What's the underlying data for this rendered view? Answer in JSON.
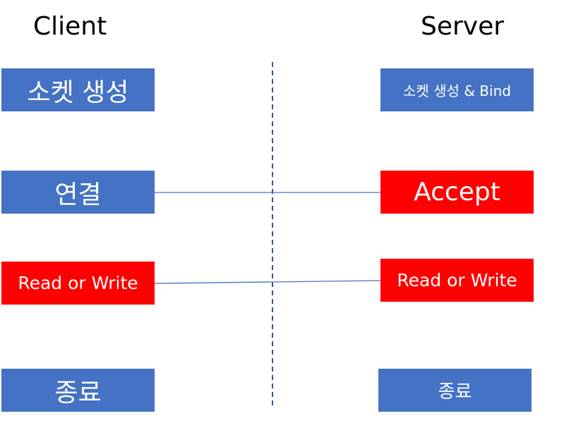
{
  "columns": {
    "left": "Client",
    "right": "Server"
  },
  "client_steps": [
    {
      "label": "소켓 생성",
      "color": "#4472c4"
    },
    {
      "label": "연결",
      "color": "#4472c4"
    },
    {
      "label": "Read or Write",
      "color": "#ff0000"
    },
    {
      "label": "종료",
      "color": "#4472c4"
    }
  ],
  "server_steps": [
    {
      "label": "소켓 생성 & Bind",
      "color": "#4472c4"
    },
    {
      "label": "Accept",
      "color": "#ff0000"
    },
    {
      "label": "Read or Write",
      "color": "#ff0000"
    },
    {
      "label": "종료",
      "color": "#4472c4"
    }
  ],
  "colors": {
    "step_blue": "#4472c4",
    "step_red": "#ff0000",
    "connector": "#4472c4",
    "divider": "#2f5597"
  }
}
